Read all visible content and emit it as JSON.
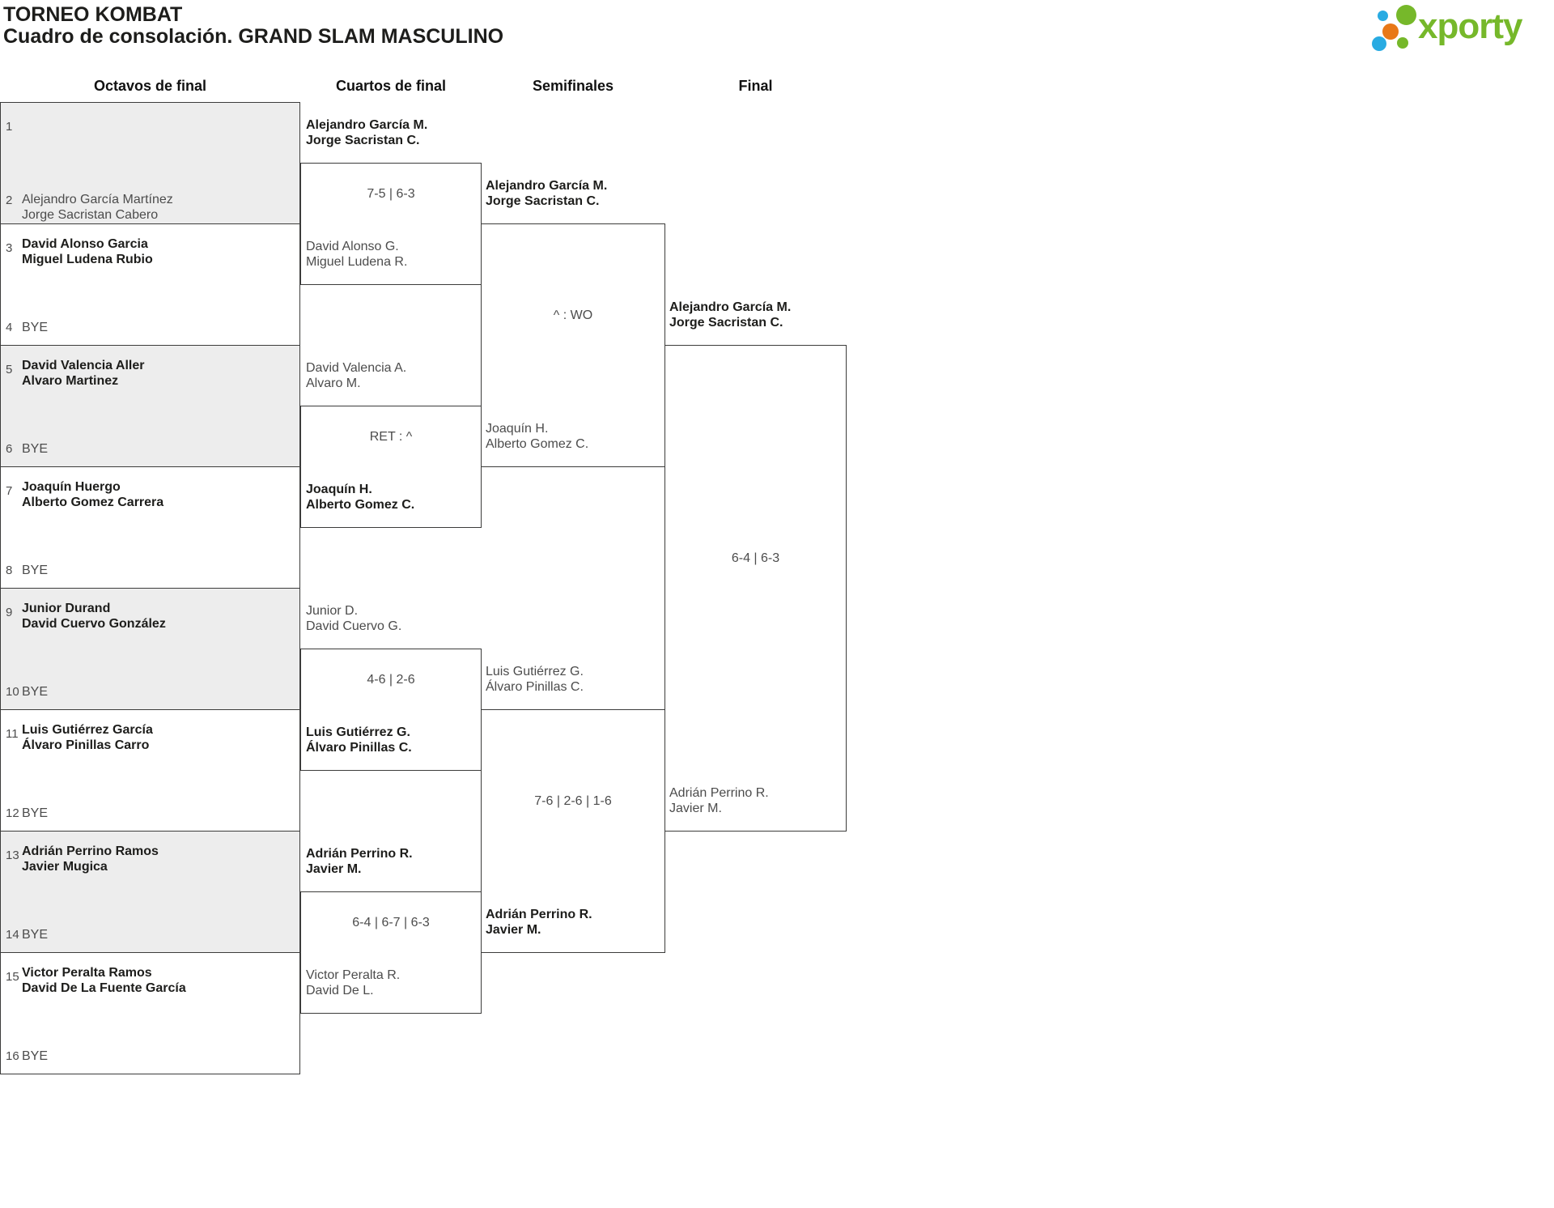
{
  "title": {
    "line1": "TORNEO KOMBAT",
    "line2": "Cuadro de consolación. GRAND SLAM MASCULINO"
  },
  "logo": {
    "text": "xporty"
  },
  "colors": {
    "logo_green": "#76b82a",
    "logo_blue": "#29abe2",
    "logo_orange": "#e87817",
    "shaded_row": "#ededed",
    "border": "#3c3c3b"
  },
  "round_headers": [
    "Octavos de final",
    "Cuartos de final",
    "Semifinales",
    "Final"
  ],
  "octavos": {
    "slots": [
      {
        "seed": "1"
      },
      {
        "seed": "2",
        "name1": "Alejandro García Martínez",
        "name2": "Jorge Sacristan Cabero",
        "winner": false
      },
      {
        "seed": "3",
        "name1": "David Alonso Garcia",
        "name2": "Miguel Ludena Rubio",
        "winner": true
      },
      {
        "seed": "4",
        "bye": "BYE"
      },
      {
        "seed": "5",
        "name1": "David Valencia Aller",
        "name2": "Alvaro Martinez",
        "winner": true
      },
      {
        "seed": "6",
        "bye": "BYE"
      },
      {
        "seed": "7",
        "name1": "Joaquín Huergo",
        "name2": "Alberto Gomez Carrera",
        "winner": true
      },
      {
        "seed": "8",
        "bye": "BYE"
      },
      {
        "seed": "9",
        "name1": "Junior Durand",
        "name2": "David Cuervo González",
        "winner": true
      },
      {
        "seed": "10",
        "bye": "BYE"
      },
      {
        "seed": "11",
        "name1": "Luis Gutiérrez García",
        "name2": "Álvaro Pinillas Carro",
        "winner": true
      },
      {
        "seed": "12",
        "bye": "BYE"
      },
      {
        "seed": "13",
        "name1": "Adrián Perrino Ramos",
        "name2": "Javier Mugica",
        "winner": true
      },
      {
        "seed": "14",
        "bye": "BYE"
      },
      {
        "seed": "15",
        "name1": "Victor Peralta Ramos",
        "name2": "David De La Fuente García",
        "winner": true
      },
      {
        "seed": "16",
        "bye": "BYE"
      }
    ]
  },
  "cuartos": {
    "matches": [
      {
        "score": "7-5 | 6-3",
        "team1": {
          "name1": "Alejandro García M.",
          "name2": "Jorge Sacristan C.",
          "winner": true
        },
        "team2": {
          "name1": "David Alonso G.",
          "name2": "Miguel Ludena R.",
          "winner": false
        }
      },
      {
        "score": "RET : ^",
        "team1": {
          "name1": "David Valencia A.",
          "name2": "Alvaro M.",
          "winner": false
        },
        "team2": {
          "name1": "Joaquín H.",
          "name2": "Alberto Gomez C.",
          "winner": true
        }
      },
      {
        "score": "4-6 | 2-6",
        "team1": {
          "name1": "Junior D.",
          "name2": "David Cuervo G.",
          "winner": false
        },
        "team2": {
          "name1": "Luis Gutiérrez G.",
          "name2": "Álvaro Pinillas C.",
          "winner": true
        }
      },
      {
        "score": "6-4 | 6-7 | 6-3",
        "team1": {
          "name1": "Adrián Perrino R.",
          "name2": "Javier M.",
          "winner": true
        },
        "team2": {
          "name1": "Victor Peralta R.",
          "name2": "David De L.",
          "winner": false
        }
      }
    ]
  },
  "semifinales": {
    "matches": [
      {
        "score": "^ : WO",
        "team1": {
          "name1": "Alejandro García M.",
          "name2": "Jorge Sacristan C.",
          "winner": true
        },
        "team2": {
          "name1": "Joaquín H.",
          "name2": "Alberto Gomez C.",
          "winner": false
        }
      },
      {
        "score": "7-6 | 2-6 | 1-6",
        "team1": {
          "name1": "Luis Gutiérrez G.",
          "name2": "Álvaro Pinillas C.",
          "winner": false
        },
        "team2": {
          "name1": "Adrián Perrino R.",
          "name2": "Javier M.",
          "winner": true
        }
      }
    ]
  },
  "final_match": {
    "score": "6-4 | 6-3",
    "team1": {
      "name1": "Alejandro García M.",
      "name2": "Jorge Sacristan C.",
      "winner": true
    },
    "team2": {
      "name1": "Adrián Perrino R.",
      "name2": "Javier M.",
      "winner": false
    }
  }
}
